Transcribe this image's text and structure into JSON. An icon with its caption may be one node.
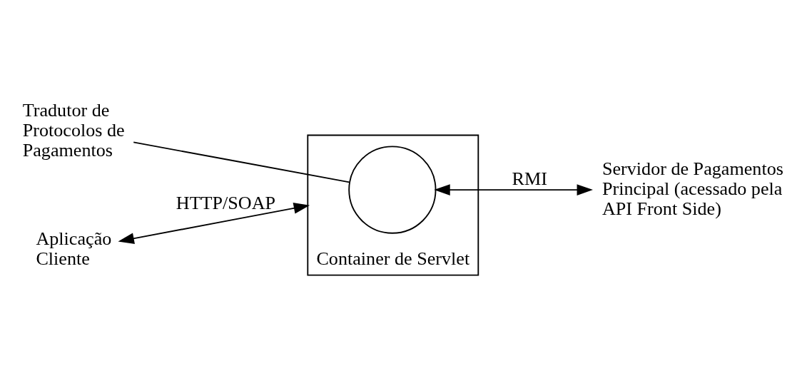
{
  "diagram": {
    "nodes": [
      {
        "text": [
          "Tradutor de Protocolos de Pagamentos"
        ]
      },
      {
        "text": [
          "Container de Servlet"
        ]
      },
      {
        "text": [],
        "shape": "circle",
        "in": 1
      },
      {
        "text": [
          "Aplicação Cliente"
        ]
      },
      {
        "text": [
          "Servidor de Pagamentos Principal (acessado pela API Front Side)"
        ]
      }
    ],
    "edges": [
      {
        "from": 0,
        "to": 2,
        "arrow": "none"
      },
      {
        "from": 3,
        "to": 1,
        "arrow": "both",
        "label": "HTTP/SOAP"
      },
      {
        "from": 2,
        "to": 4,
        "arrow": "both",
        "label": "RMI"
      }
    ]
  }
}
